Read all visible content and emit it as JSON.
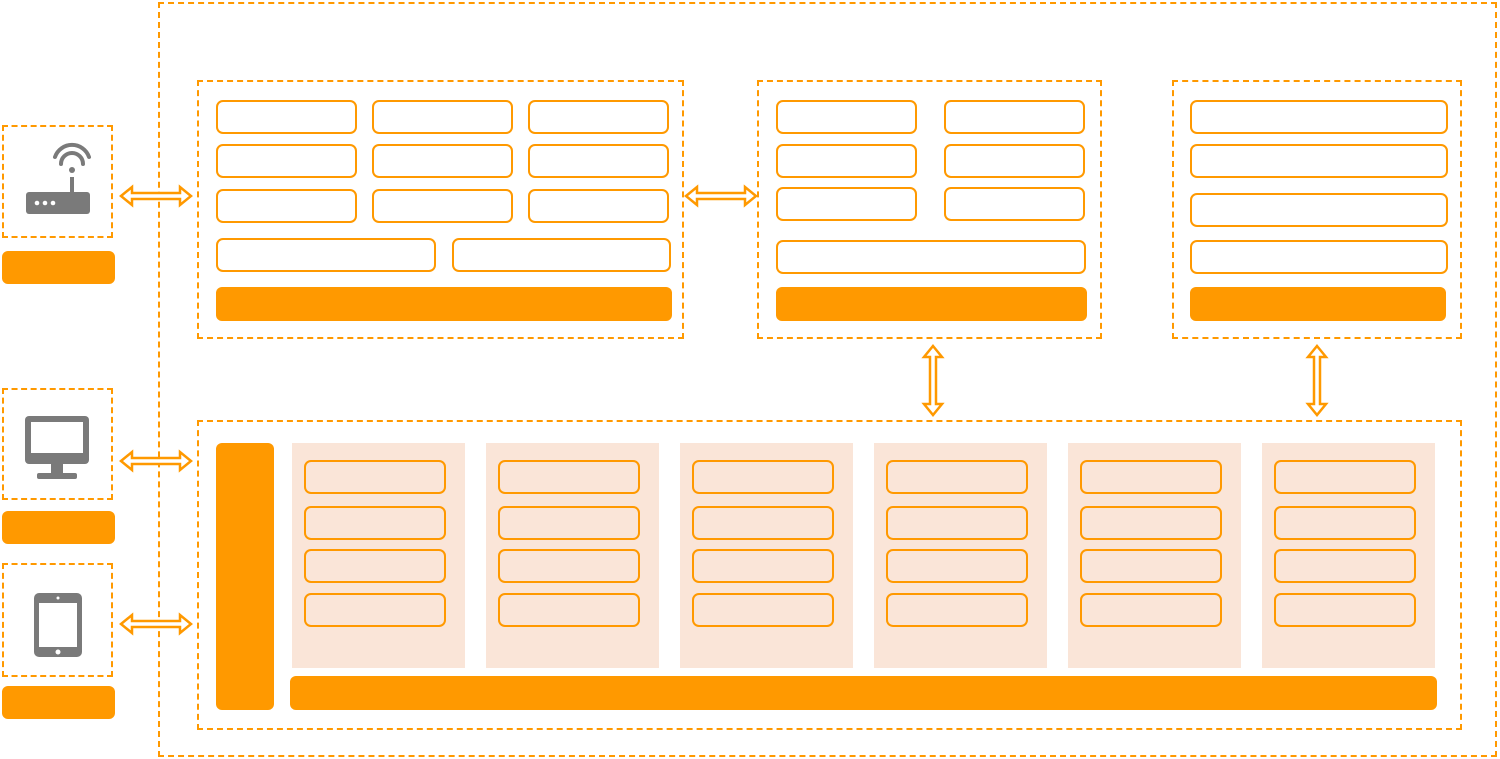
{
  "colors": {
    "accent": "#ff9900",
    "column_fill": "#fae5d8",
    "icon_gray": "#7a7a7a"
  },
  "devices": [
    {
      "icon": "wifi-router-icon"
    },
    {
      "icon": "desktop-monitor-icon"
    },
    {
      "icon": "tablet-icon"
    }
  ],
  "panels": {
    "top_count": 3,
    "bottom_columns": 6,
    "slots_per_column": 4
  }
}
